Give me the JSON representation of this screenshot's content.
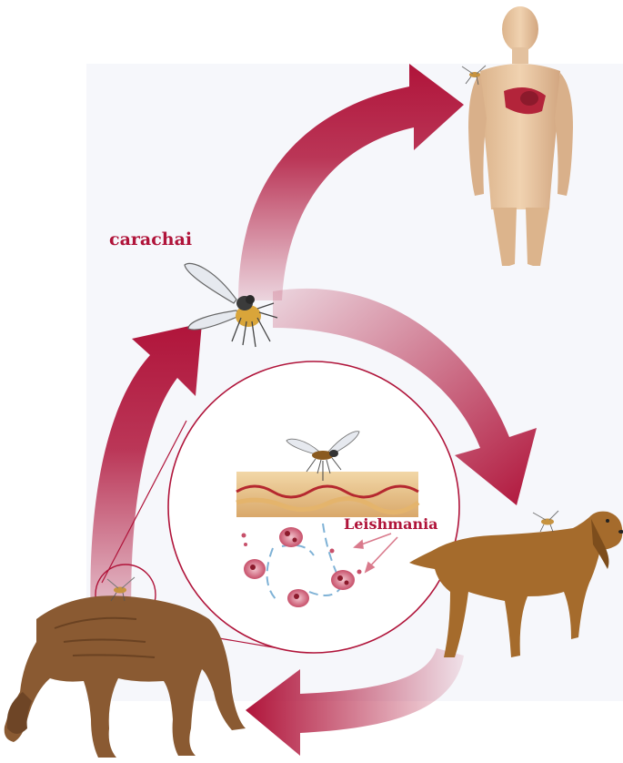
{
  "labels": {
    "vector": "carachai",
    "parasite": "Leishmania"
  },
  "colors": {
    "arrow": "#b0143a",
    "label": "#b0143a",
    "skin": "#e9c89a",
    "dog_sick": "#8a5a32",
    "dog_healthy": "#a56b2c",
    "blood_cell": "#c7506a"
  },
  "icons": {
    "vector": "sandfly-icon",
    "host_human": "human-figure",
    "host_dog_healthy": "healthy-dog",
    "host_dog_sick": "sick-dog"
  }
}
